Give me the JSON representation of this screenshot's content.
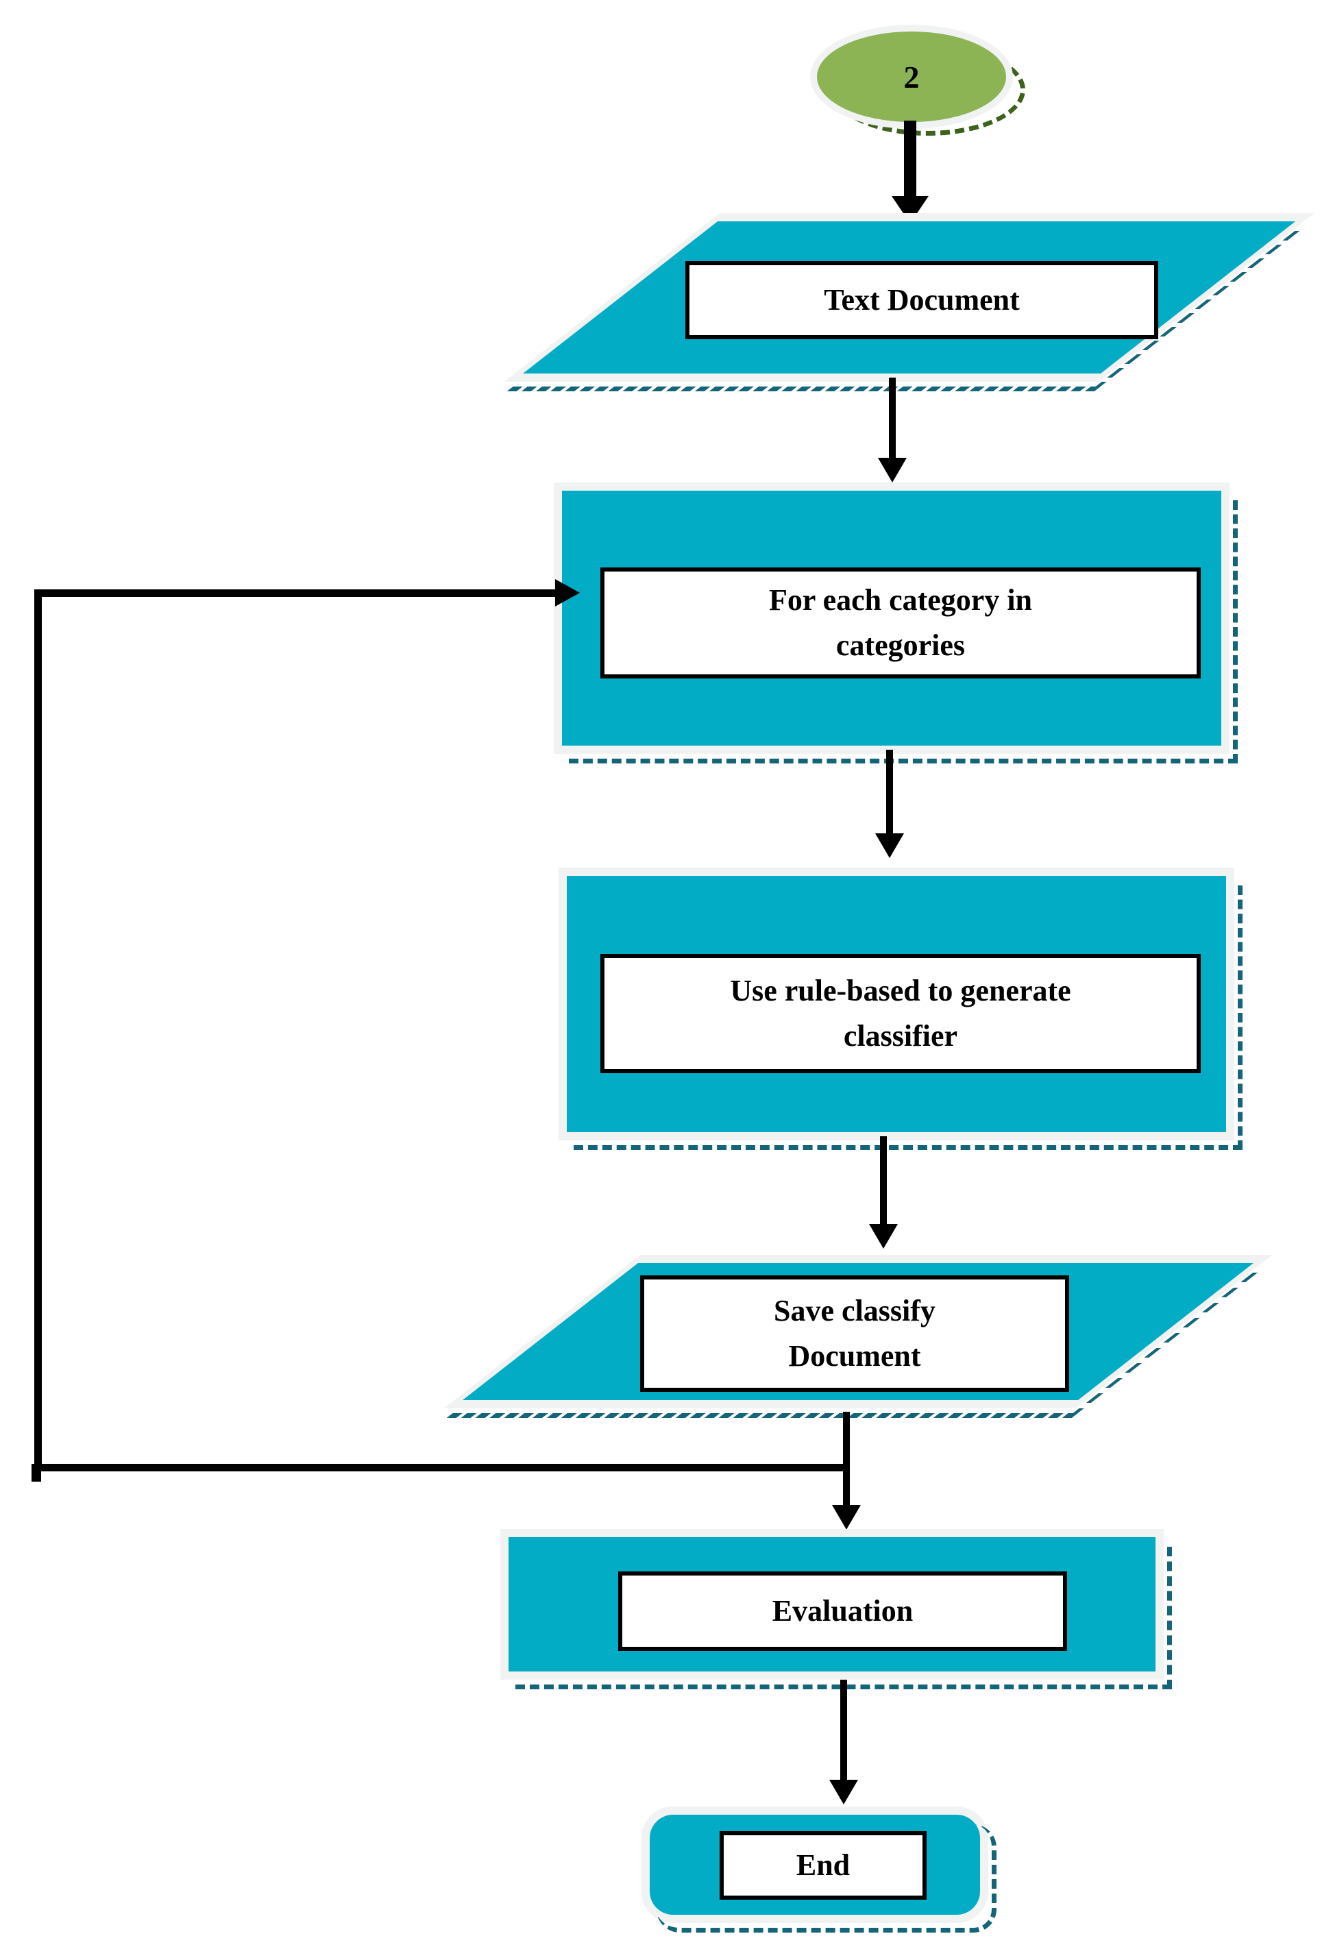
{
  "flowchart": {
    "start": {
      "label": "2",
      "shape": "ellipse",
      "role": "off-page-connector"
    },
    "nodes": [
      {
        "id": "text-document",
        "shape": "parallelogram",
        "label": "Text Document"
      },
      {
        "id": "for-each-category",
        "shape": "rectangle",
        "label": "For each category in\ncategories"
      },
      {
        "id": "use-rule-based",
        "shape": "rectangle",
        "label": "Use rule-based to generate\nclassifier"
      },
      {
        "id": "save-classify",
        "shape": "parallelogram",
        "label": "Save classify\nDocument"
      },
      {
        "id": "evaluation",
        "shape": "rectangle",
        "label": "Evaluation"
      },
      {
        "id": "end",
        "shape": "rounded-rectangle",
        "label": "End"
      }
    ],
    "edges": [
      {
        "from": "start",
        "to": "text-document"
      },
      {
        "from": "text-document",
        "to": "for-each-category"
      },
      {
        "from": "for-each-category",
        "to": "use-rule-based"
      },
      {
        "from": "use-rule-based",
        "to": "save-classify"
      },
      {
        "from": "save-classify",
        "to": "for-each-category",
        "type": "loop-back"
      },
      {
        "from": "save-classify",
        "to": "evaluation"
      },
      {
        "from": "evaluation",
        "to": "end"
      }
    ],
    "colors": {
      "node_fill": "#02ACC5",
      "shadow_dash": "#14657A",
      "halo": "#F1F2F2",
      "start_fill": "#8CB455",
      "start_dash": "#3E611B",
      "line": "#000000"
    }
  }
}
